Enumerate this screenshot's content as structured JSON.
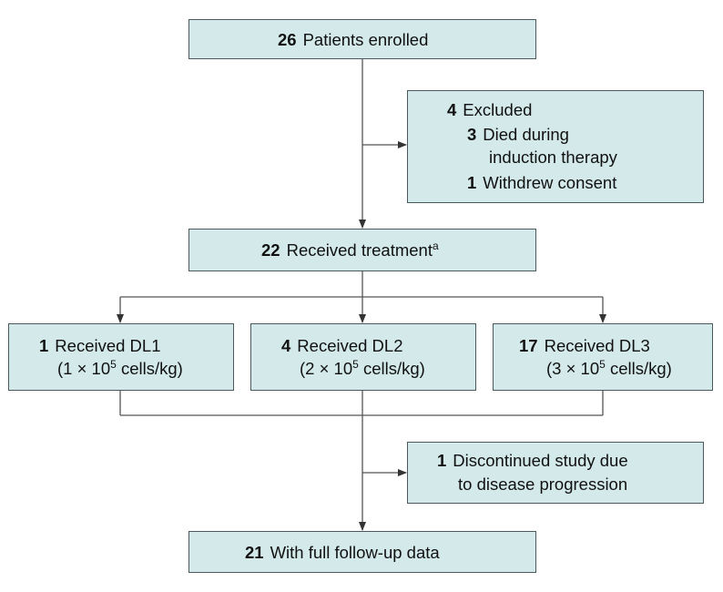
{
  "flowchart": {
    "enrolled": {
      "count": "26",
      "label": "Patients enrolled"
    },
    "excluded": {
      "count": "4",
      "label": "Excluded",
      "reasons": [
        {
          "count": "3",
          "line1": "Died during",
          "line2": "induction therapy"
        },
        {
          "count": "1",
          "line1": "Withdrew consent"
        }
      ]
    },
    "treated": {
      "count": "22",
      "label": "Received treatment",
      "footnote": "a"
    },
    "dose_levels": [
      {
        "count": "1",
        "label": "Received DL1",
        "dose_pre": "(1 × 10",
        "dose_exp": "5",
        "dose_post": " cells/kg)"
      },
      {
        "count": "4",
        "label": "Received DL2",
        "dose_pre": "(2 × 10",
        "dose_exp": "5",
        "dose_post": " cells/kg)"
      },
      {
        "count": "17",
        "label": "Received DL3",
        "dose_pre": "(3 × 10",
        "dose_exp": "5",
        "dose_post": " cells/kg)"
      }
    ],
    "discontinued": {
      "count": "1",
      "line1": "Discontinued study due",
      "line2": "to disease progression"
    },
    "followup": {
      "count": "21",
      "label": "With full follow-up data"
    }
  }
}
